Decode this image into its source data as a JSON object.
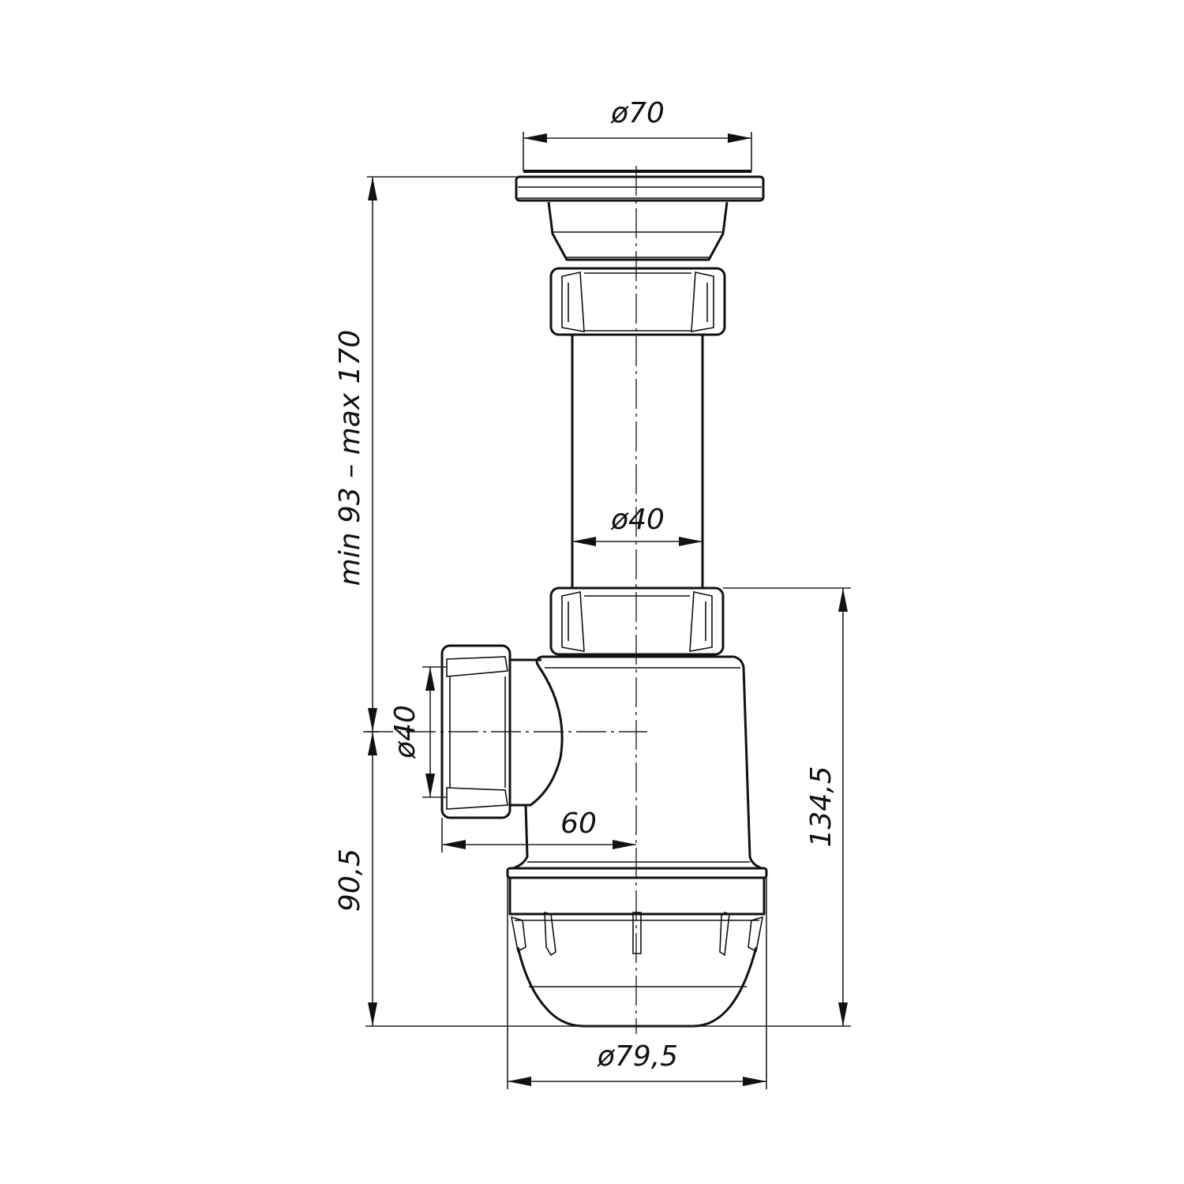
{
  "drawing": {
    "subject": "bottle siphon trap with outlet",
    "units": "mm",
    "colors": {
      "line": "#111111",
      "background": "#ffffff"
    }
  },
  "dimensions": {
    "top_flange_diameter": "ø70",
    "pipe_diameter": "ø40",
    "outlet_diameter": "ø40",
    "outlet_offset": "60",
    "bottom_diameter": "ø79,5",
    "overall_height": "min 93 – max 170",
    "outlet_height": "90,5",
    "body_height": "134,5"
  }
}
